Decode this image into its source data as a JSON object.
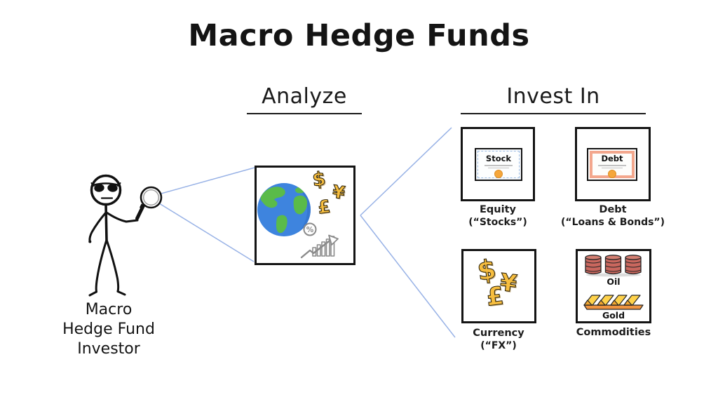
{
  "title": "Macro Hedge Funds",
  "headings": {
    "analyze": "Analyze",
    "invest": "Invest In"
  },
  "investor": {
    "line1": "Macro",
    "line2": "Hedge Fund",
    "line3": "Investor"
  },
  "analyze_box": {
    "dollar": "$",
    "yen": "¥",
    "pound": "£",
    "percent": "%"
  },
  "invest_boxes": {
    "equity": {
      "certificate_text": "Stock",
      "label": "Equity",
      "sublabel": "(“Stocks”)"
    },
    "debt": {
      "certificate_text": "Debt",
      "label": "Debt",
      "sublabel": "(“Loans & Bonds”)"
    },
    "currency": {
      "dollar": "$",
      "yen": "¥",
      "pound": "£",
      "label": "Currency",
      "sublabel": "(“FX”)"
    },
    "commodities": {
      "oil_label": "Oil",
      "gold_label": "Gold",
      "label": "Commodities"
    }
  },
  "colors": {
    "connector_blue": "#98B2E6",
    "gold_symbol": "#F7BE3F",
    "globe_ocean": "#3E84DE",
    "globe_land": "#5ABB4A",
    "oil_barrel": "#C9675E",
    "gold_bar": "#FFD24A",
    "seal_orange": "#F5A63B",
    "debt_border_salmon": "#F3A78D",
    "chart_gray": "#8A8A8A"
  }
}
